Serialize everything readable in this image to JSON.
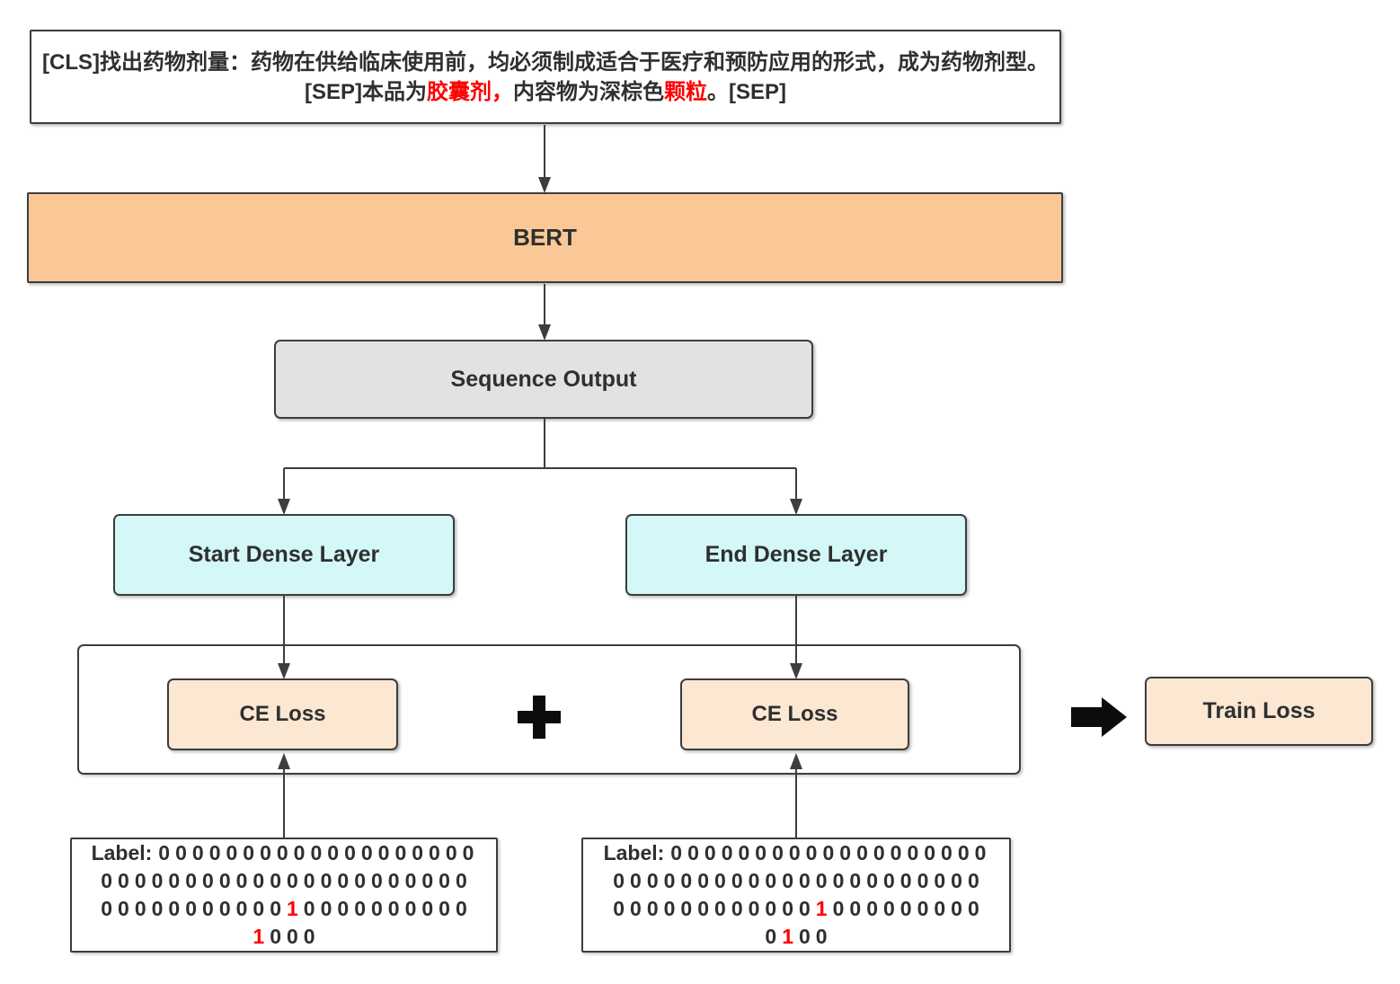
{
  "colors": {
    "border": "#3d3d3d",
    "text": "#2f2f2f",
    "highlight_red": "#fe0000",
    "bert_fill": "#fac896",
    "sequence_fill": "#e2e2e2",
    "dense_fill": "#d4f7f8",
    "loss_fill": "#fbe7d2",
    "plain_fill": "#ffffff"
  },
  "diagram": {
    "input_box": {
      "line1": "[CLS]找出药物剂量：药物在供给临床使用前，均必须制成适合于医疗和预防应用的形式，成为药物剂型。",
      "line2_segments": [
        {
          "text": "[SEP]本品为",
          "red": false
        },
        {
          "text": "胶囊剂，",
          "red": true
        },
        {
          "text": "内容物为深棕色",
          "red": false
        },
        {
          "text": "颗粒",
          "red": true
        },
        {
          "text": "。[SEP]",
          "red": false
        }
      ]
    },
    "bert_label": "BERT",
    "sequence_output_label": "Sequence Output",
    "start_dense_label": "Start Dense Layer",
    "end_dense_label": "End Dense Layer",
    "ce_loss_left_label": "CE Loss",
    "ce_loss_right_label": "CE Loss",
    "plus_symbol": "+",
    "train_loss_label": "Train Loss",
    "label_box_left": {
      "prefix": "Label:",
      "rows": [
        {
          "tokens": [
            "0",
            "0",
            "0",
            "0",
            "0",
            "0",
            "0",
            "0",
            "0",
            "0",
            "0",
            "0",
            "0",
            "0",
            "0",
            "0",
            "0",
            "0",
            "0"
          ],
          "red_index": -1
        },
        {
          "tokens": [
            "0",
            "0",
            "0",
            "0",
            "0",
            "0",
            "0",
            "0",
            "0",
            "0",
            "0",
            "0",
            "0",
            "0",
            "0",
            "0",
            "0",
            "0",
            "0",
            "0",
            "0",
            "0"
          ],
          "red_index": -1
        },
        {
          "tokens": [
            "0",
            "0",
            "0",
            "0",
            "0",
            "0",
            "0",
            "0",
            "0",
            "0",
            "0",
            "1",
            "0",
            "0",
            "0",
            "0",
            "0",
            "0",
            "0",
            "0",
            "0",
            "0"
          ],
          "red_index": 11
        },
        {
          "tokens": [
            "1",
            "0",
            "0",
            "0"
          ],
          "red_index": 0
        }
      ]
    },
    "label_box_right": {
      "prefix": "Label:",
      "rows": [
        {
          "tokens": [
            "0",
            "0",
            "0",
            "0",
            "0",
            "0",
            "0",
            "0",
            "0",
            "0",
            "0",
            "0",
            "0",
            "0",
            "0",
            "0",
            "0",
            "0",
            "0"
          ],
          "red_index": -1
        },
        {
          "tokens": [
            "0",
            "0",
            "0",
            "0",
            "0",
            "0",
            "0",
            "0",
            "0",
            "0",
            "0",
            "0",
            "0",
            "0",
            "0",
            "0",
            "0",
            "0",
            "0",
            "0",
            "0",
            "0"
          ],
          "red_index": -1
        },
        {
          "tokens": [
            "0",
            "0",
            "0",
            "0",
            "0",
            "0",
            "0",
            "0",
            "0",
            "0",
            "0",
            "0",
            "1",
            "0",
            "0",
            "0",
            "0",
            "0",
            "0",
            "0",
            "0",
            "0"
          ],
          "red_index": 12
        },
        {
          "tokens": [
            "0",
            "1",
            "0",
            "0"
          ],
          "red_index": 1
        }
      ]
    }
  }
}
